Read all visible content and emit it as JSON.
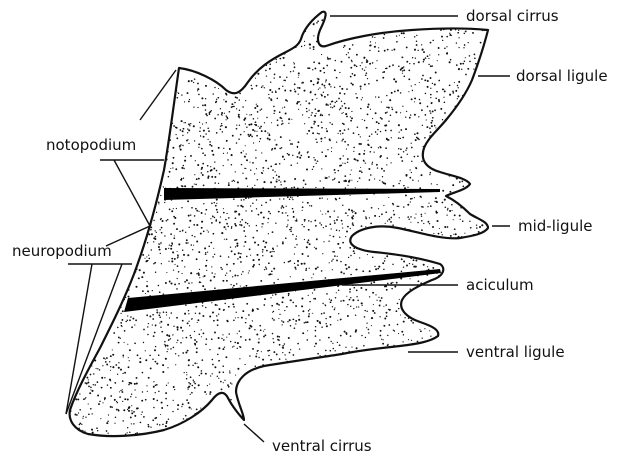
{
  "figure": {
    "labels": {
      "dorsal_cirrus": "dorsal cirrus",
      "dorsal_ligule": "dorsal ligule",
      "notopodium": "notopodium",
      "mid_ligule": "mid-ligule",
      "neuropodium": "neuropodium",
      "aciculum": "aciculum",
      "ventral_ligule": "ventral ligule",
      "ventral_cirrus": "ventral cirrus"
    },
    "colors": {
      "ink": "#111111",
      "background": "#ffffff"
    }
  }
}
